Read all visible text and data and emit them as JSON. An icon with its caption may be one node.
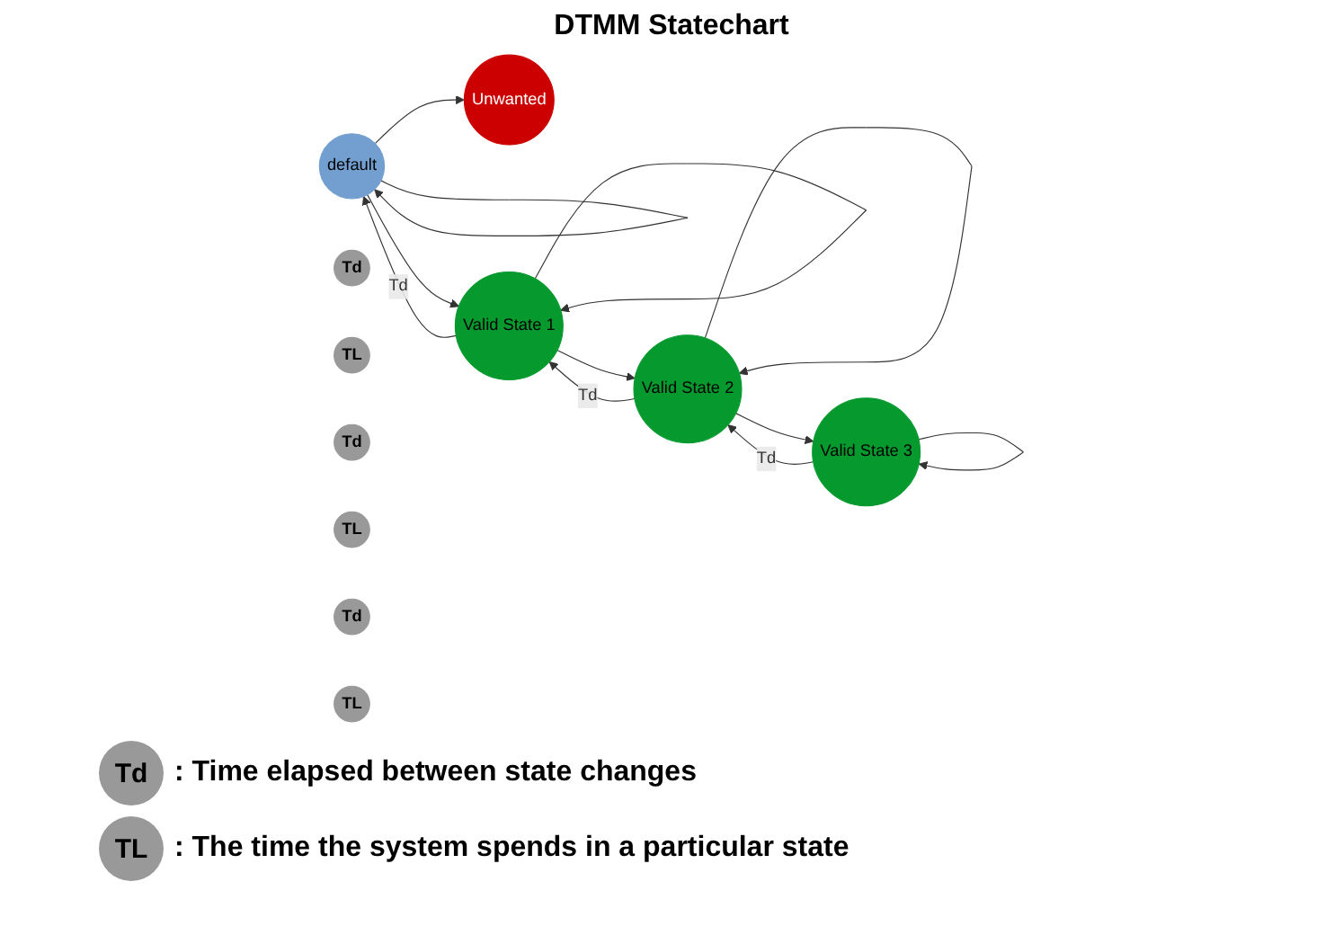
{
  "diagram": {
    "title": "DTMM Statechart",
    "nodes": [
      {
        "text": [
          "Unwanted"
        ]
      },
      {
        "text": [
          "default"
        ]
      },
      {
        "text": [
          "Valid State 1"
        ]
      },
      {
        "text": [
          "Valid State 2"
        ]
      },
      {
        "text": [
          "Valid State 3"
        ]
      },
      {
        "text": [
          "Td"
        ]
      },
      {
        "text": [
          "TL"
        ]
      },
      {
        "text": [
          "Td"
        ]
      },
      {
        "text": [
          "TL"
        ]
      },
      {
        "text": [
          "Td"
        ]
      },
      {
        "text": [
          "TL"
        ]
      }
    ],
    "edges": [
      {
        "from": 1,
        "to": 1,
        "arrow": "to"
      },
      {
        "from": 1,
        "to": 0,
        "arrow": "to"
      },
      {
        "from": 1,
        "to": 2,
        "arrow": "to"
      },
      {
        "from": 2,
        "to": 1,
        "arrow": "to",
        "label": "Td"
      },
      {
        "from": 2,
        "to": 2,
        "arrow": "to"
      },
      {
        "from": 2,
        "to": 3,
        "arrow": "to"
      },
      {
        "from": 3,
        "to": 2,
        "arrow": "to",
        "label": "Td"
      },
      {
        "from": 3,
        "to": 3,
        "arrow": "to"
      },
      {
        "from": 3,
        "to": 4,
        "arrow": "to"
      },
      {
        "from": 4,
        "to": 3,
        "arrow": "to",
        "label": "Td"
      },
      {
        "from": 4,
        "to": 4,
        "arrow": "to"
      }
    ],
    "labels": [
      "Td",
      "TL"
    ],
    "legend": [
      {
        "text": ": Time elapsed between state changes"
      },
      {
        "text": ": The time the system spends in a particular state"
      }
    ]
  }
}
